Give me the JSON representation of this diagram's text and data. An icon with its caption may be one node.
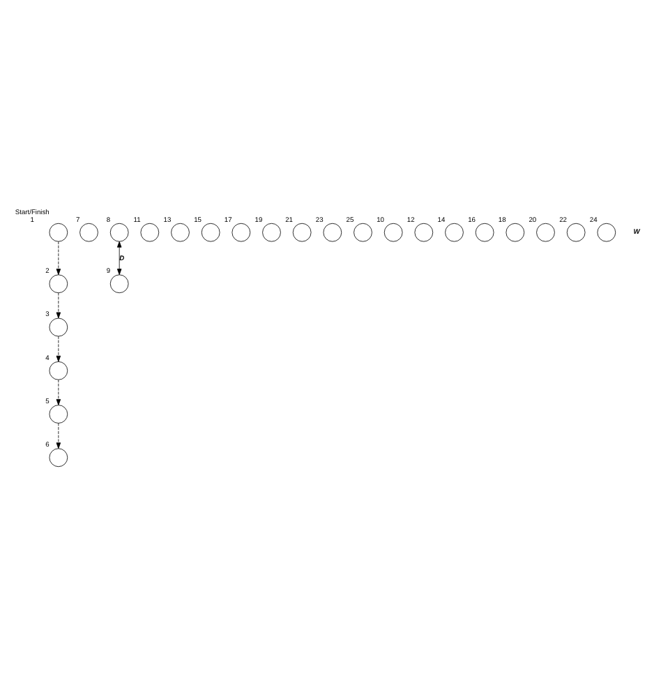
{
  "diagram": {
    "nodes": [
      {
        "text": [],
        "shape": "circle",
        "beside": [
          "Start/Finish",
          "1"
        ]
      },
      {
        "text": [],
        "shape": "circle",
        "beside": [
          "3"
        ]
      },
      {
        "text": [],
        "shape": "circle",
        "beside": [
          "5"
        ]
      },
      {
        "text": [],
        "shape": "circle",
        "beside": [
          "7"
        ]
      },
      {
        "text": [],
        "shape": "circle",
        "beside": [
          "9"
        ]
      },
      {
        "text": [],
        "shape": "circle",
        "beside": [
          "11"
        ]
      },
      {
        "text": [],
        "shape": "circle",
        "beside": [
          "13"
        ]
      },
      {
        "text": [],
        "shape": "circle",
        "beside": [
          "15"
        ]
      },
      {
        "text": [],
        "shape": "circle",
        "beside": [
          "17"
        ]
      },
      {
        "text": [],
        "shape": "circle",
        "beside": [
          "19"
        ]
      },
      {
        "text": [],
        "shape": "circle",
        "beside": [
          "21"
        ]
      },
      {
        "text": [],
        "shape": "circle",
        "beside": [
          "23"
        ]
      },
      {
        "text": [],
        "shape": "circle",
        "beside": [
          "25"
        ]
      },
      {
        "text": [],
        "shape": "circle",
        "beside": [
          "2"
        ]
      },
      {
        "text": [],
        "shape": "circle",
        "beside": [
          "4"
        ]
      },
      {
        "text": [],
        "shape": "circle",
        "beside": [
          "6"
        ]
      },
      {
        "text": [],
        "shape": "circle",
        "beside": [
          "8"
        ]
      },
      {
        "text": [],
        "shape": "circle",
        "beside": [
          "10"
        ]
      },
      {
        "text": [],
        "shape": "circle",
        "beside": [
          "12"
        ]
      },
      {
        "text": [],
        "shape": "circle",
        "beside": [
          "14"
        ]
      },
      {
        "text": [],
        "shape": "circle",
        "beside": [
          "16"
        ]
      },
      {
        "text": [],
        "shape": "circle",
        "beside": [
          "18"
        ]
      },
      {
        "text": [],
        "shape": "circle",
        "beside": [
          "20"
        ]
      },
      {
        "text": [],
        "shape": "circle",
        "beside": [
          "22"
        ]
      },
      {
        "text": [],
        "shape": "circle",
        "beside": [
          "24"
        ]
      }
    ],
    "edges": [
      {
        "from": 0,
        "to": 13,
        "arrow": "to",
        "style": "dashed"
      },
      {
        "from": 13,
        "to": 1,
        "arrow": "to",
        "style": "dashed"
      },
      {
        "from": 1,
        "to": 14,
        "arrow": "to",
        "style": "dashed"
      },
      {
        "from": 14,
        "to": 2,
        "arrow": "to",
        "style": "dashed"
      },
      {
        "from": 2,
        "to": 15,
        "arrow": "to",
        "style": "dashed"
      },
      {
        "from": 16,
        "to": 4,
        "arrow": "both",
        "label": "D"
      }
    ],
    "labels": [
      "W"
    ]
  }
}
